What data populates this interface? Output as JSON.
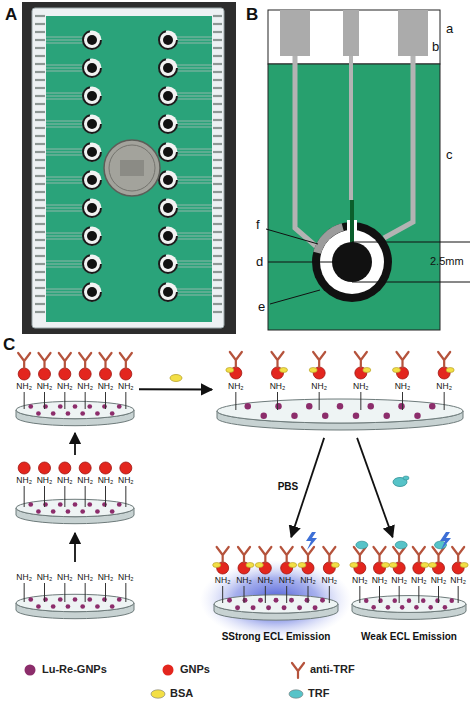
{
  "diagram": {
    "nodes": [
      {
        "text": [
          "NH₂",
          "NH₂",
          "NH₂",
          "NH₂",
          "NH₂",
          "NH₂"
        ]
      },
      {
        "text": [
          "NH₂",
          "NH₂",
          "NH₂",
          "NH₂",
          "NH₂",
          "NH₂"
        ]
      },
      {
        "text": [
          "NH₂",
          "NH₂",
          "NH₂",
          "NH₂",
          "NH₂",
          "NH₂"
        ]
      },
      {
        "text": [
          "NH₂",
          "NH₂",
          "NH₂",
          "NH₂",
          "NH₂",
          "NH₂"
        ]
      },
      {
        "text": [
          "NH₂",
          "NH₂",
          "NH₂",
          "NH₂",
          "NH₂",
          "NH₂",
          "SStrong ECL Emission"
        ]
      },
      {
        "text": [
          "NH₂",
          "NH₂",
          "NH₂",
          "NH₂",
          "NH₂",
          "NH₂",
          "Weak ECL Emission"
        ]
      }
    ],
    "edges": [
      {
        "from": 3,
        "to": 2,
        "arrow": "to"
      },
      {
        "from": 2,
        "to": 0,
        "arrow": "to"
      },
      {
        "from": 0,
        "to": 1,
        "arrow": "to"
      },
      {
        "from": 1,
        "to": 4,
        "label": "PBS",
        "arrow": "to"
      },
      {
        "from": 1,
        "to": 5,
        "arrow": "to"
      }
    ],
    "labels": [
      "A",
      "B",
      "a",
      "b",
      "c",
      "f",
      "d",
      "2.5mm",
      "e",
      "C"
    ],
    "legend": [
      {
        "text": "Lu-Re-GNPs",
        "color": "#8c2d6b"
      },
      {
        "text": "GNPs",
        "color": "#e3261e"
      },
      {
        "text": "anti-TRF"
      },
      {
        "text": "BSA",
        "color": "#f3df45"
      },
      {
        "text": "TRF",
        "color": "#56c3c8"
      }
    ]
  }
}
